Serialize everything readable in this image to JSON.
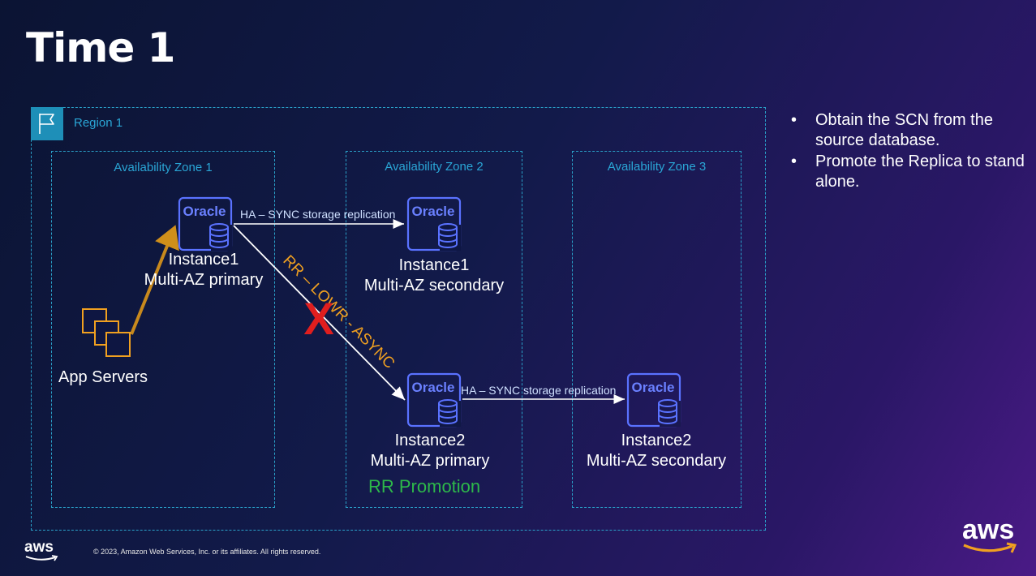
{
  "title": "Time 1",
  "region": {
    "label": "Region 1"
  },
  "zones": [
    {
      "label": "Availability Zone 1"
    },
    {
      "label": "Availability Zone 2"
    },
    {
      "label": "Availability Zone 3"
    }
  ],
  "nodes": {
    "primary1": {
      "logo": "Oracle",
      "line1": "Instance1",
      "line2": "Multi-AZ primary"
    },
    "secondary1": {
      "logo": "Oracle",
      "line1": "Instance1",
      "line2": "Multi-AZ secondary"
    },
    "primary2": {
      "logo": "Oracle",
      "line1": "Instance2",
      "line2": "Multi-AZ primary"
    },
    "secondary2": {
      "logo": "Oracle",
      "line1": "Instance2",
      "line2": "Multi-AZ secondary"
    }
  },
  "app_servers": {
    "label": "App Servers"
  },
  "links": {
    "ha_sync_1": "HA – SYNC storage replication",
    "ha_sync_2": "HA – SYNC storage replication",
    "rr_async": "RR – LOWR - ASYNC"
  },
  "broken_marker": "X",
  "rr_promotion": "RR Promotion",
  "bullets": [
    "Obtain the SCN from the source database.",
    "Promote the Replica to stand alone."
  ],
  "footer": {
    "copyright": "© 2023, Amazon Web Services, Inc. or its affiliates. All rights reserved."
  },
  "logos": {
    "small": "aws",
    "big": "aws"
  },
  "colors": {
    "azure_dashed": "#2aa0c8",
    "oracle_icon": "#5a72ff",
    "app_server_orange": "#f0a020",
    "broken_red": "#e01e1e",
    "rr_label_orange": "#f0a020",
    "rr_promotion_green": "#2db84a"
  }
}
